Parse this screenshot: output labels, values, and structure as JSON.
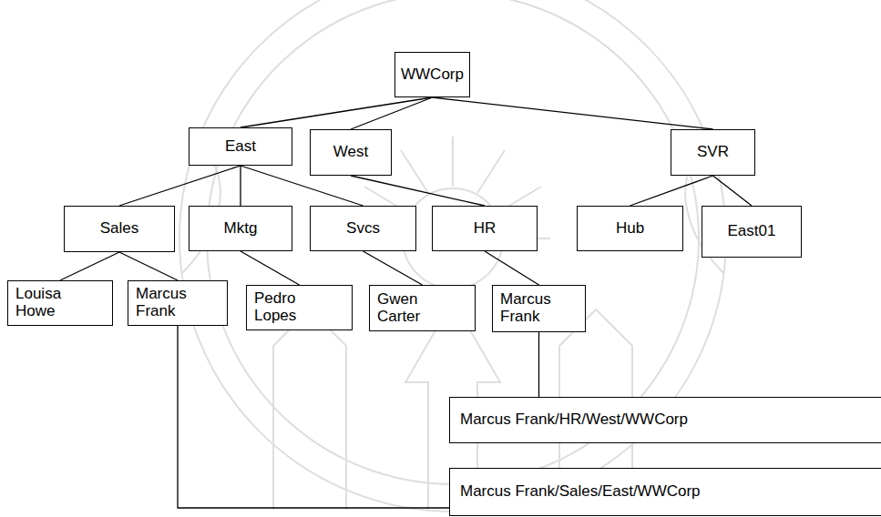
{
  "diagram": {
    "nodes": [
      {
        "text": [
          "WWCorp"
        ]
      },
      {
        "text": [
          "East"
        ]
      },
      {
        "text": [
          "West"
        ]
      },
      {
        "text": [
          "SVR"
        ]
      },
      {
        "text": [
          "Sales"
        ]
      },
      {
        "text": [
          "Mktg"
        ]
      },
      {
        "text": [
          "Svcs"
        ]
      },
      {
        "text": [
          "HR"
        ]
      },
      {
        "text": [
          "Hub"
        ]
      },
      {
        "text": [
          "East01"
        ]
      },
      {
        "text": [
          "Louisa Howe"
        ]
      },
      {
        "text": [
          "Marcus Frank"
        ]
      },
      {
        "text": [
          "Pedro Lopes"
        ]
      },
      {
        "text": [
          "Gwen Carter"
        ]
      },
      {
        "text": [
          "Marcus Frank"
        ]
      },
      {
        "text": [
          "Marcus Frank/HR/West/WWCorp"
        ]
      },
      {
        "text": [
          "Marcus Frank/Sales/East/WWCorp"
        ]
      }
    ],
    "edges": [
      {
        "from": 0,
        "to": 1,
        "arrow": "none"
      },
      {
        "from": 0,
        "to": 2,
        "arrow": "none"
      },
      {
        "from": 0,
        "to": 3,
        "arrow": "none"
      },
      {
        "from": 1,
        "to": 4,
        "arrow": "none"
      },
      {
        "from": 1,
        "to": 5,
        "arrow": "none"
      },
      {
        "from": 1,
        "to": 6,
        "arrow": "none"
      },
      {
        "from": 2,
        "to": 7,
        "arrow": "none"
      },
      {
        "from": 3,
        "to": 8,
        "arrow": "none"
      },
      {
        "from": 3,
        "to": 9,
        "arrow": "none"
      },
      {
        "from": 4,
        "to": 10,
        "arrow": "none"
      },
      {
        "from": 4,
        "to": 11,
        "arrow": "none"
      },
      {
        "from": 5,
        "to": 12,
        "arrow": "none"
      },
      {
        "from": 6,
        "to": 13,
        "arrow": "none"
      },
      {
        "from": 7,
        "to": 14,
        "arrow": "none"
      },
      {
        "from": 14,
        "to": 15,
        "arrow": "none"
      },
      {
        "from": 11,
        "to": 16,
        "arrow": "none"
      }
    ]
  }
}
